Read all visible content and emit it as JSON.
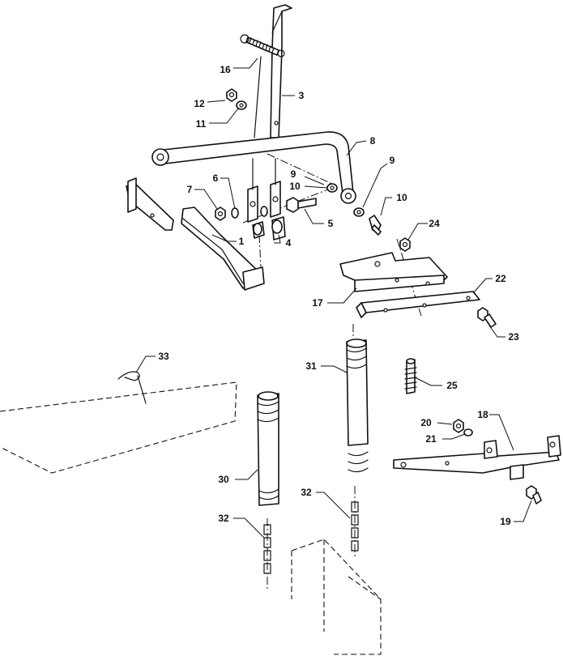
{
  "callouts": [
    {
      "id": "c16",
      "label": "16"
    },
    {
      "id": "c3",
      "label": "3"
    },
    {
      "id": "c12",
      "label": "12"
    },
    {
      "id": "c11",
      "label": "11"
    },
    {
      "id": "c8",
      "label": "8"
    },
    {
      "id": "c9a",
      "label": "9"
    },
    {
      "id": "c9b",
      "label": "9"
    },
    {
      "id": "c10a",
      "label": "10"
    },
    {
      "id": "c10b",
      "label": "10"
    },
    {
      "id": "c6",
      "label": "6"
    },
    {
      "id": "c7",
      "label": "7"
    },
    {
      "id": "c5",
      "label": "5"
    },
    {
      "id": "c4",
      "label": "4"
    },
    {
      "id": "c1",
      "label": "1"
    },
    {
      "id": "c24",
      "label": "24"
    },
    {
      "id": "c22",
      "label": "22"
    },
    {
      "id": "c17",
      "label": "17"
    },
    {
      "id": "c23",
      "label": "23"
    },
    {
      "id": "c33",
      "label": "33"
    },
    {
      "id": "c31",
      "label": "31"
    },
    {
      "id": "c25",
      "label": "25"
    },
    {
      "id": "c18",
      "label": "18"
    },
    {
      "id": "c20",
      "label": "20"
    },
    {
      "id": "c21",
      "label": "21"
    },
    {
      "id": "c30",
      "label": "30"
    },
    {
      "id": "c32a",
      "label": "32"
    },
    {
      "id": "c32b",
      "label": "32"
    },
    {
      "id": "c19",
      "label": "19"
    }
  ]
}
